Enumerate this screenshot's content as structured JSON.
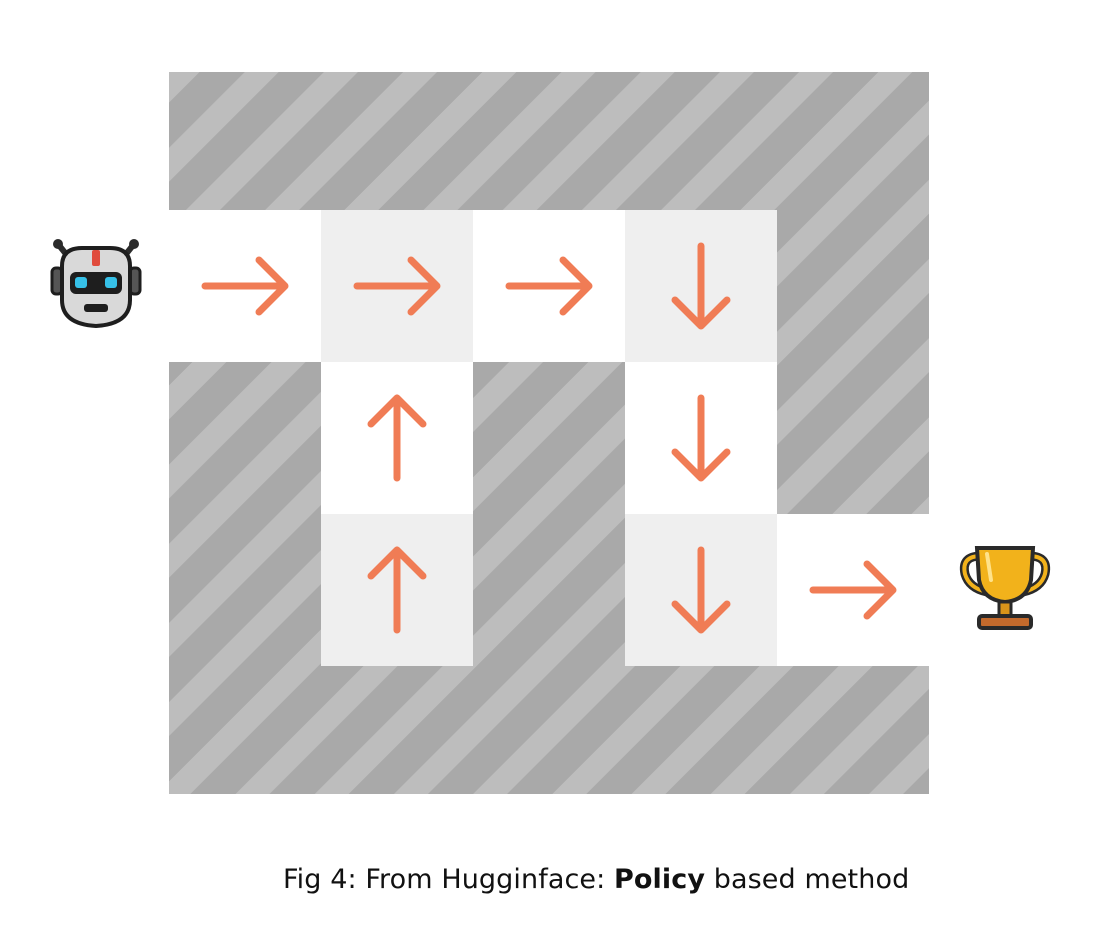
{
  "figure": {
    "caption_prefix": "Fig 4: From Hugginface: ",
    "caption_bold": "Policy",
    "caption_suffix": " based method"
  },
  "maze": {
    "wall_color": "#a9a9a9",
    "stripe_color": "#bdbdbd",
    "path_light_color": "#ffffff",
    "path_shade_color": "#efefef",
    "arrow_color": "#f07c55",
    "start_icon": "robot-icon",
    "goal_icon": "trophy-icon",
    "cells": [
      {
        "id": "r0c0",
        "row": 0,
        "col": 0,
        "shade": "light",
        "direction": "right"
      },
      {
        "id": "r0c1",
        "row": 0,
        "col": 1,
        "shade": "shade",
        "direction": "right"
      },
      {
        "id": "r0c2",
        "row": 0,
        "col": 2,
        "shade": "light",
        "direction": "right"
      },
      {
        "id": "r0c3",
        "row": 0,
        "col": 3,
        "shade": "shade",
        "direction": "down"
      },
      {
        "id": "r1c1",
        "row": 1,
        "col": 1,
        "shade": "light",
        "direction": "up"
      },
      {
        "id": "r1c3",
        "row": 1,
        "col": 3,
        "shade": "light",
        "direction": "down"
      },
      {
        "id": "r2c1",
        "row": 2,
        "col": 1,
        "shade": "shade",
        "direction": "up"
      },
      {
        "id": "r2c3",
        "row": 2,
        "col": 3,
        "shade": "shade",
        "direction": "down"
      },
      {
        "id": "r2c4",
        "row": 2,
        "col": 4,
        "shade": "light",
        "direction": "right"
      }
    ]
  }
}
